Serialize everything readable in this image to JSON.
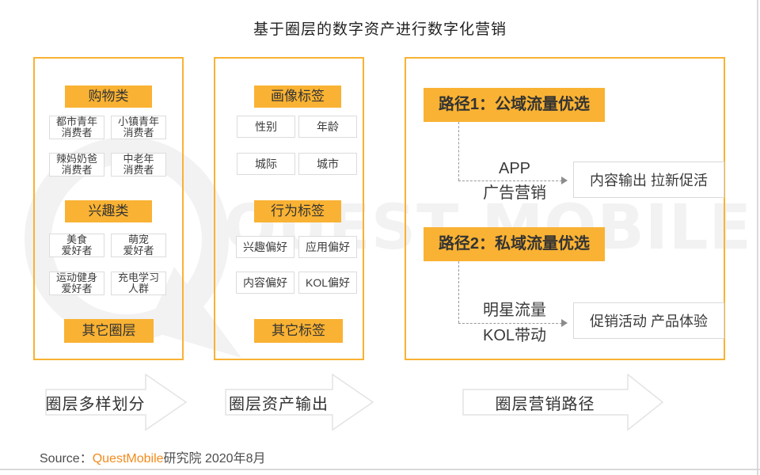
{
  "title": "基于圈层的数字资产进行数字化营销",
  "watermark": {
    "logo": "questmobile-q-logo",
    "text": "QUEST MOBILE"
  },
  "panel1": {
    "badge_shopping": "购物类",
    "shopping_items": [
      [
        "都市青年",
        "消费者"
      ],
      [
        "小镇青年",
        "消费者"
      ],
      [
        "辣妈奶爸",
        "消费者"
      ],
      [
        "中老年",
        "消费者"
      ]
    ],
    "badge_interest": "兴趣类",
    "interest_items": [
      [
        "美食",
        "爱好者"
      ],
      [
        "萌宠",
        "爱好者"
      ],
      [
        "运动健身",
        "爱好者"
      ],
      [
        "充电学习",
        "人群"
      ]
    ],
    "badge_other": "其它圈层"
  },
  "panel2": {
    "badge_profile": "画像标签",
    "profile_items": [
      "性别",
      "年龄",
      "城际",
      "城市"
    ],
    "badge_behavior": "行为标签",
    "behavior_items": [
      "兴趣偏好",
      "应用偏好",
      "内容偏好",
      "KOL偏好"
    ],
    "badge_other": "其它标签"
  },
  "panel3": {
    "path1": {
      "badge": "路径1：公域流量优选",
      "label_line1": "APP",
      "label_line2": "广告营销",
      "result": "内容输出 拉新促活"
    },
    "path2": {
      "badge": "路径2：私域流量优选",
      "label_line1": "明星流量",
      "label_line2": "KOL带动",
      "result": "促销活动 产品体验"
    }
  },
  "bottom_arrows": [
    {
      "label": "圈层多样划分"
    },
    {
      "label": "圈层资产输出"
    },
    {
      "label": "圈层营销路径"
    }
  ],
  "source": {
    "prefix": "Source：",
    "brand": "QuestMobile",
    "suffix": "研究院 2020年8月"
  },
  "colors": {
    "accent_orange": "#F9B233",
    "brand_orange": "#F28B1B",
    "panel_border": "#F9B233",
    "cell_border": "#DCDCDC",
    "connector_gray": "#999999",
    "flow_arrow_outline": "#E3E3E3",
    "watermark_gray": "#F2F2F2",
    "text_dark": "#333333"
  }
}
